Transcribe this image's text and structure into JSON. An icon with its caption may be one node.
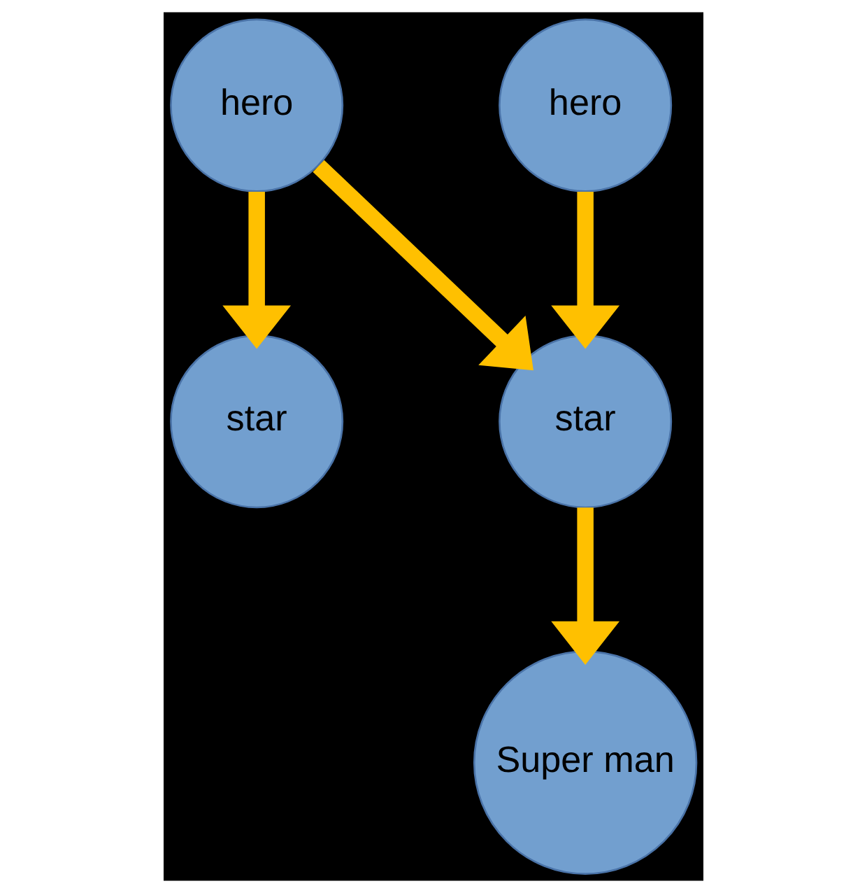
{
  "diagram": {
    "nodes": [
      {
        "text": [
          "hero"
        ]
      },
      {
        "text": [
          "hero"
        ]
      },
      {
        "text": [
          "star"
        ]
      },
      {
        "text": [
          "star"
        ]
      },
      {
        "text": [
          "Super man"
        ]
      }
    ],
    "edges": [
      {
        "from": 0,
        "to": 2,
        "arrow": "to"
      },
      {
        "from": 0,
        "to": 3,
        "arrow": "to"
      },
      {
        "from": 1,
        "to": 3,
        "arrow": "to"
      },
      {
        "from": 3,
        "to": 4,
        "arrow": "to"
      }
    ]
  }
}
